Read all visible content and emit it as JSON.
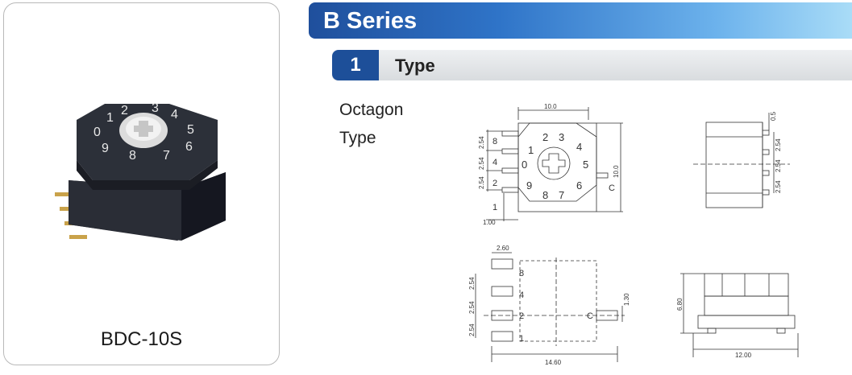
{
  "product": {
    "model": "BDC-10S"
  },
  "header": {
    "series_title": "B Series"
  },
  "section": {
    "number": "1",
    "title": "Type"
  },
  "type_name": {
    "line1": "Octagon",
    "line2": "Type"
  },
  "photo_dial": [
    "0",
    "1",
    "2",
    "3",
    "4",
    "5",
    "6",
    "7",
    "8",
    "9"
  ],
  "front_view": {
    "width_dim": "10.0",
    "height_dim": "10.0",
    "pitch_dims": [
      "2.54",
      "2.54",
      "2.54"
    ],
    "pin_offset_dim": "1.00",
    "dial_digits": [
      "0",
      "1",
      "2",
      "3",
      "4",
      "5",
      "6",
      "7",
      "8",
      "9"
    ],
    "pin_labels": [
      "8",
      "4",
      "2",
      "1"
    ],
    "common_label": "C"
  },
  "side_view": {
    "top_dim": "0.5",
    "pitch_dims": [
      "2.54",
      "2.54",
      "2.54"
    ]
  },
  "footprint": {
    "pad_width_dim": "2.60",
    "pitch_dims": [
      "2.54",
      "2.54",
      "2.54"
    ],
    "pad_labels": [
      "8",
      "4",
      "2",
      "1"
    ],
    "common_label": "C",
    "common_pad_dim": "1.30",
    "total_width_dim": "14.60"
  },
  "bottom_view": {
    "height_dim": "6.80",
    "width_dim": "12.00"
  }
}
